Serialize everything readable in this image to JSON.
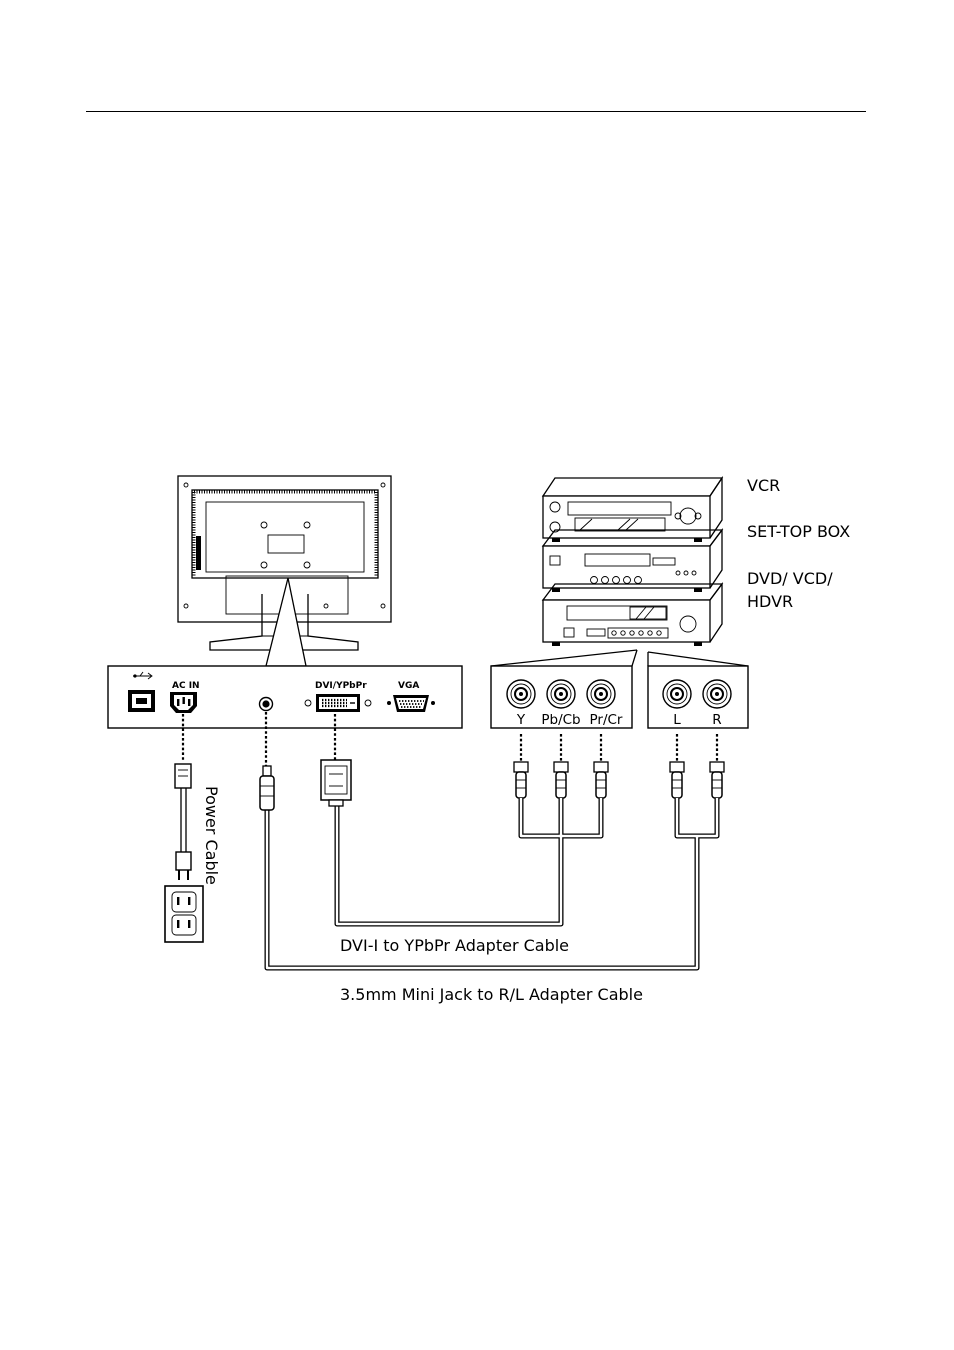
{
  "labels": {
    "vcr": "VCR",
    "set_top_box": "SET-TOP BOX",
    "dvd_line1": "DVD/ VCD/",
    "dvd_line2": "HDVR",
    "power_cable": "Power Cable",
    "dvi_cable": "DVI-I to YPbPr Adapter Cable",
    "audio_cable": "3.5mm Mini Jack to R/L Adapter Cable"
  },
  "monitor_ports": {
    "ac_in": "AC IN",
    "dvi": "DVI/YPbPr",
    "vga": "VGA"
  },
  "video_jacks": [
    "Y",
    "Pb/Cb",
    "Pr/Cr"
  ],
  "audio_jacks": [
    "L",
    "R"
  ],
  "icons": [
    "usb-icon",
    "power-socket-icon",
    "wall-outlet-icon"
  ]
}
